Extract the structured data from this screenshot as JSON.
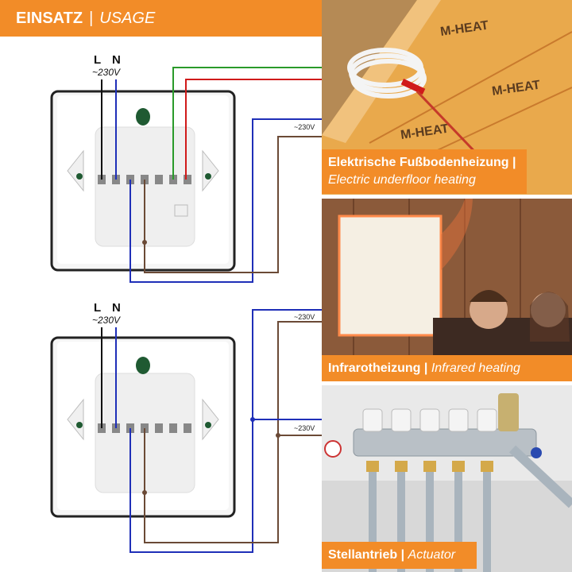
{
  "header": {
    "title": "EINSATZ",
    "separator": "|",
    "subtitle": "USAGE"
  },
  "colors": {
    "accent": "#f28c28",
    "wire_black": "#111111",
    "wire_blue": "#1f2fb8",
    "wire_brown": "#6b4a36",
    "wire_green": "#2a9a2a",
    "wire_red": "#d01a1a"
  },
  "thermostat_top": {
    "label_l": "L",
    "label_n": "N",
    "voltage": "~230V"
  },
  "thermostat_bottom": {
    "label_l": "L",
    "label_n": "N",
    "voltage": "~230V"
  },
  "wiring": {
    "voltage_top": "~230V",
    "voltage_middle": "~230V",
    "voltage_bottom": "~230V"
  },
  "panels": [
    {
      "title": "Elektrische Fußbodenheizung",
      "separator": "|",
      "subtitle": "Electric underfloor heating",
      "brand": "M-HEAT"
    },
    {
      "title": "Infrarotheizung",
      "separator": "|",
      "subtitle": "Infrared heating"
    },
    {
      "title": "Stellantrieb",
      "separator": "|",
      "subtitle": "Actuator"
    }
  ]
}
